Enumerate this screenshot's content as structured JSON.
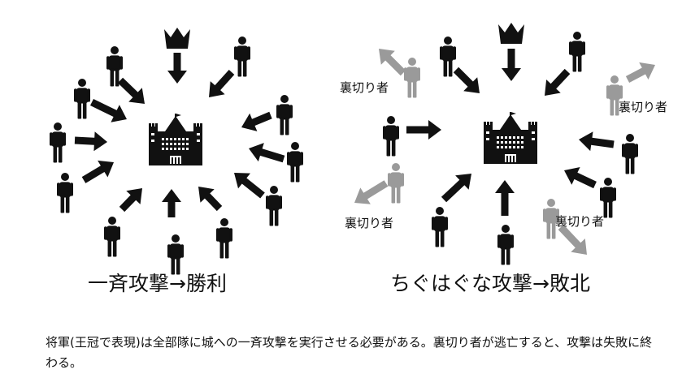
{
  "left_panel": {
    "caption": "一斉攻撃→勝利"
  },
  "right_panel": {
    "caption": "ちぐはぐな攻撃→敗北",
    "traitor_label": "裏切り者"
  },
  "explanation": "将軍(王冠で表現)は全部隊に城への一斉攻撃を実行させる必要がある。裏切り者が逃亡すると、攻撃は失敗に終わる。",
  "colors": {
    "loyal": "#111111",
    "traitor": "#9a9a9a"
  }
}
